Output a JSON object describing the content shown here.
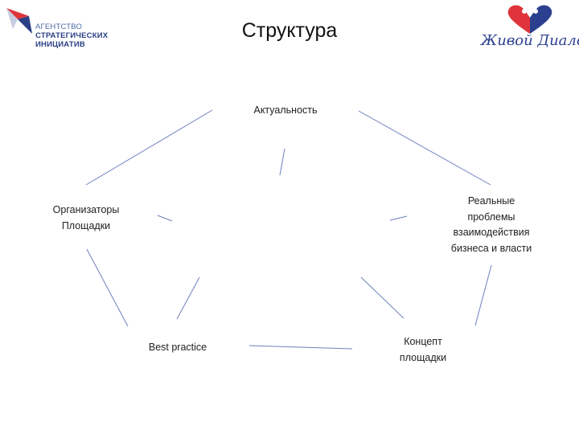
{
  "title": "Структура",
  "logo_left": {
    "line1": "АГЕНТСТВО",
    "line2": "СТРАТЕГИЧЕСКИХ",
    "line3": "ИНИЦИАТИВ",
    "colors": {
      "red": "#e0343c",
      "blue": "#2a3f85"
    }
  },
  "logo_right": {
    "text": "Живой Диалог",
    "colors": {
      "red": "#e0343c",
      "blue": "#2b3f8f"
    }
  },
  "nodes": {
    "top": [
      "Актуальность"
    ],
    "right": [
      "Реальные",
      "проблемы",
      "взаимодействия",
      "бизнеса и власти"
    ],
    "bottom_right": [
      "Концепт",
      "площадки"
    ],
    "bottom_left": [
      "Best practice"
    ],
    "left": [
      "Организаторы",
      "Площадки"
    ]
  },
  "connector_color": "#6f7fbf"
}
